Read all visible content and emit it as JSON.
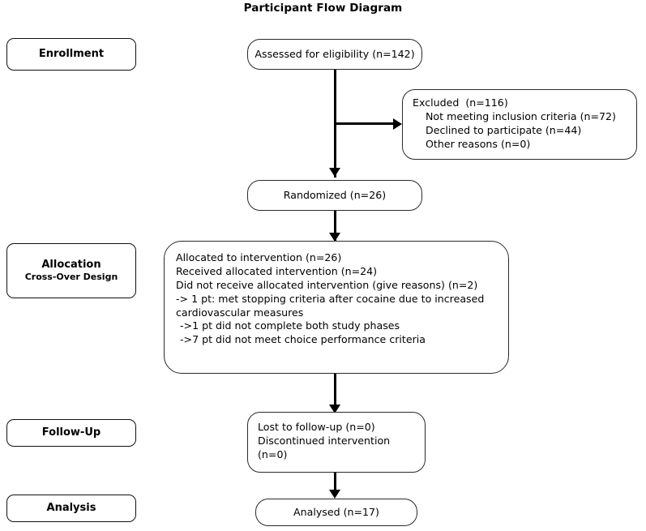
{
  "page": {
    "title": "Participant Flow Diagram",
    "background_color": "#ffffff",
    "line_color": "#000000",
    "box_border_color": "#2a2a2a"
  },
  "stages": [
    {
      "label": "Enrollment",
      "sublabel": ""
    },
    {
      "label": "Allocation",
      "sublabel": "Cross-Over Design"
    },
    {
      "label": "Follow-Up",
      "sublabel": ""
    },
    {
      "label": "Analysis",
      "sublabel": ""
    }
  ],
  "boxes": {
    "assessed": {
      "lines": [
        "Assessed for eligibility (n=142)"
      ]
    },
    "excluded": {
      "lines": [
        "Excluded  (n=116)",
        "Not meeting inclusion criteria (n=72)",
        "Declined to participate (n=44)",
        "Other reasons (n=0)"
      ]
    },
    "randomized": {
      "lines": [
        "Randomized (n=26)"
      ]
    },
    "allocation": {
      "lines": [
        "Allocated to intervention (n=26)",
        "Received allocated intervention (n=24)",
        "Did not receive allocated intervention (give reasons) (n=2)",
        "-> 1 pt: met stopping criteria after cocaine due to increased",
        "cardiovascular measures",
        "->1 pt did not complete both study phases",
        "->7 pt did not meet choice performance criteria"
      ]
    },
    "followup": {
      "lines": [
        "Lost to follow-up (n=0)",
        "Discontinued intervention",
        "(n=0)"
      ]
    },
    "analysis": {
      "lines": [
        "Analysed (n=17)"
      ]
    }
  }
}
